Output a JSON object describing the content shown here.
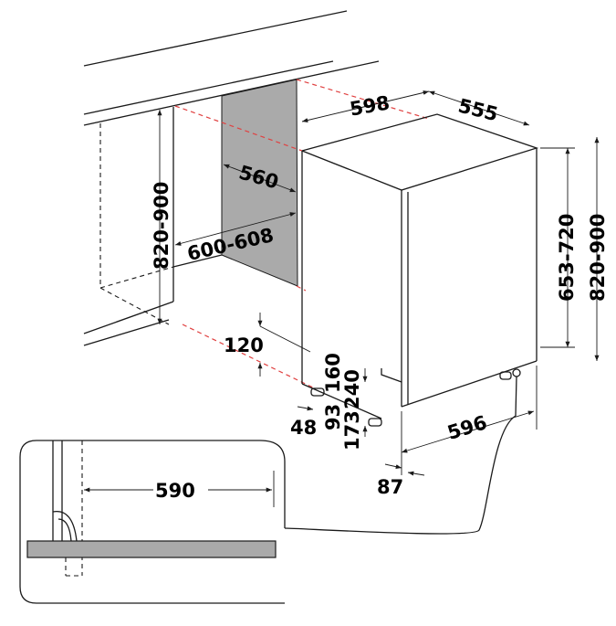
{
  "title": "Dishwasher built-in installation dimensions (mm)",
  "colors": {
    "line": "#1a1a1a",
    "guide": "#e04040",
    "panel": "#aaaaaa"
  },
  "dimensions": {
    "appliance_width": "598",
    "appliance_depth": "555",
    "niche_depth": "560",
    "niche_width": "600-608",
    "niche_height": "820-900",
    "appliance_height": "653-720",
    "total_height": "820-900",
    "plinth_height": "120",
    "foot_adjust_max": "160",
    "foot_adjust_total": "240",
    "foot_min_a": "93",
    "foot_min_b": "173",
    "side_offset": "48",
    "door_offset": "87",
    "door_width": "596",
    "detail_width": "590"
  }
}
